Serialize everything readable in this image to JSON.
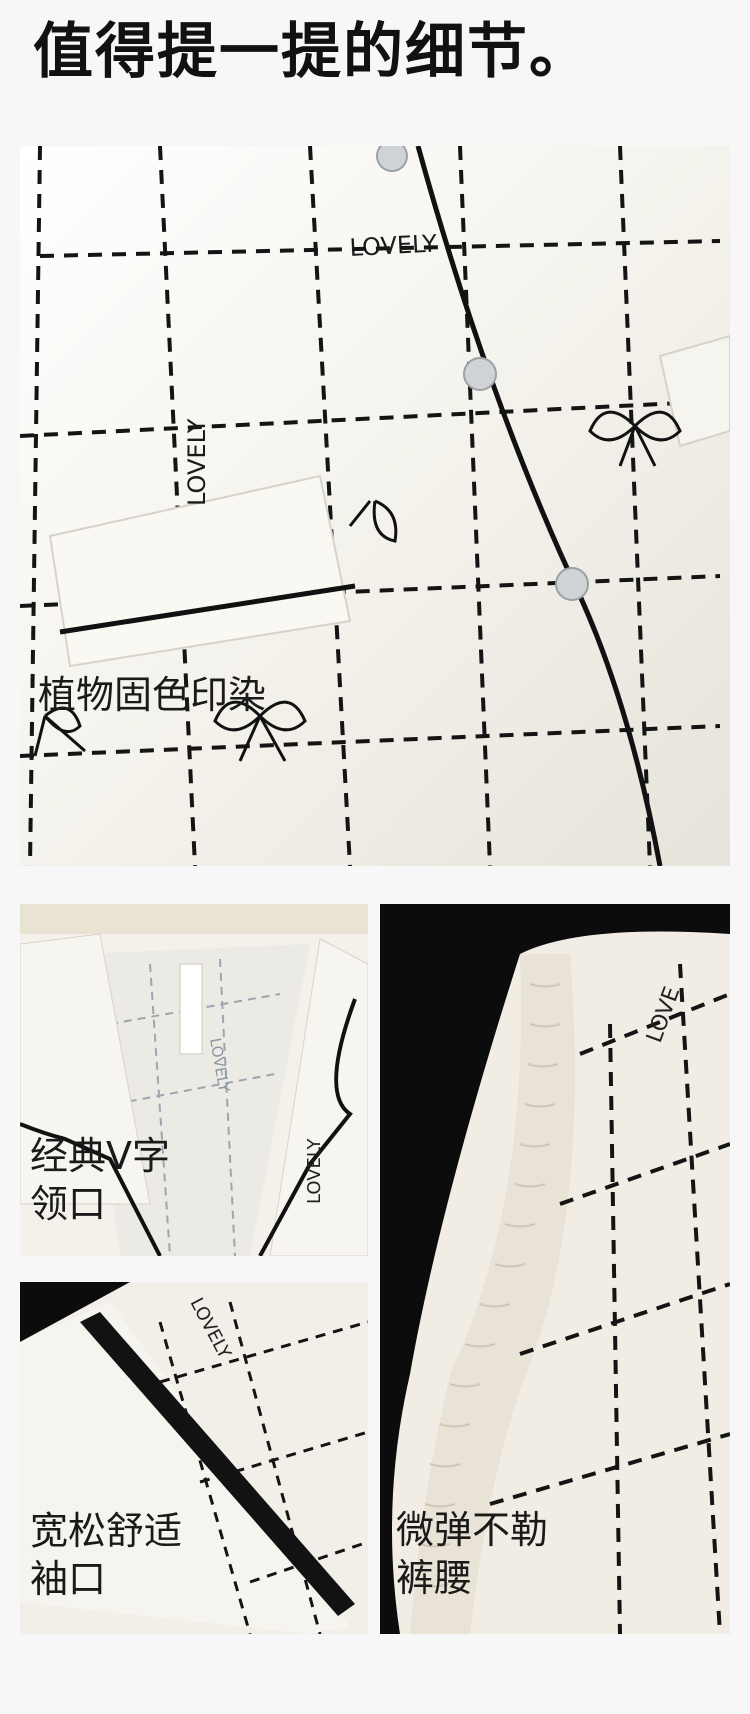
{
  "page_title": "值得提一提的细节。",
  "print_text": "LOVELY",
  "print_text_short": "LOVE",
  "panels": {
    "print": {
      "caption_lines": [
        "植物固色印染"
      ]
    },
    "collar": {
      "caption_lines": [
        "经典V字",
        "领口"
      ]
    },
    "cuff": {
      "caption_lines": [
        "宽松舒适",
        "袖口"
      ]
    },
    "waist": {
      "caption_lines": [
        "微弹不勒",
        "裤腰"
      ]
    }
  },
  "colors": {
    "fabric": "#f4f2ec",
    "piping": "#111111",
    "background_dark": "#0c0c0c"
  }
}
